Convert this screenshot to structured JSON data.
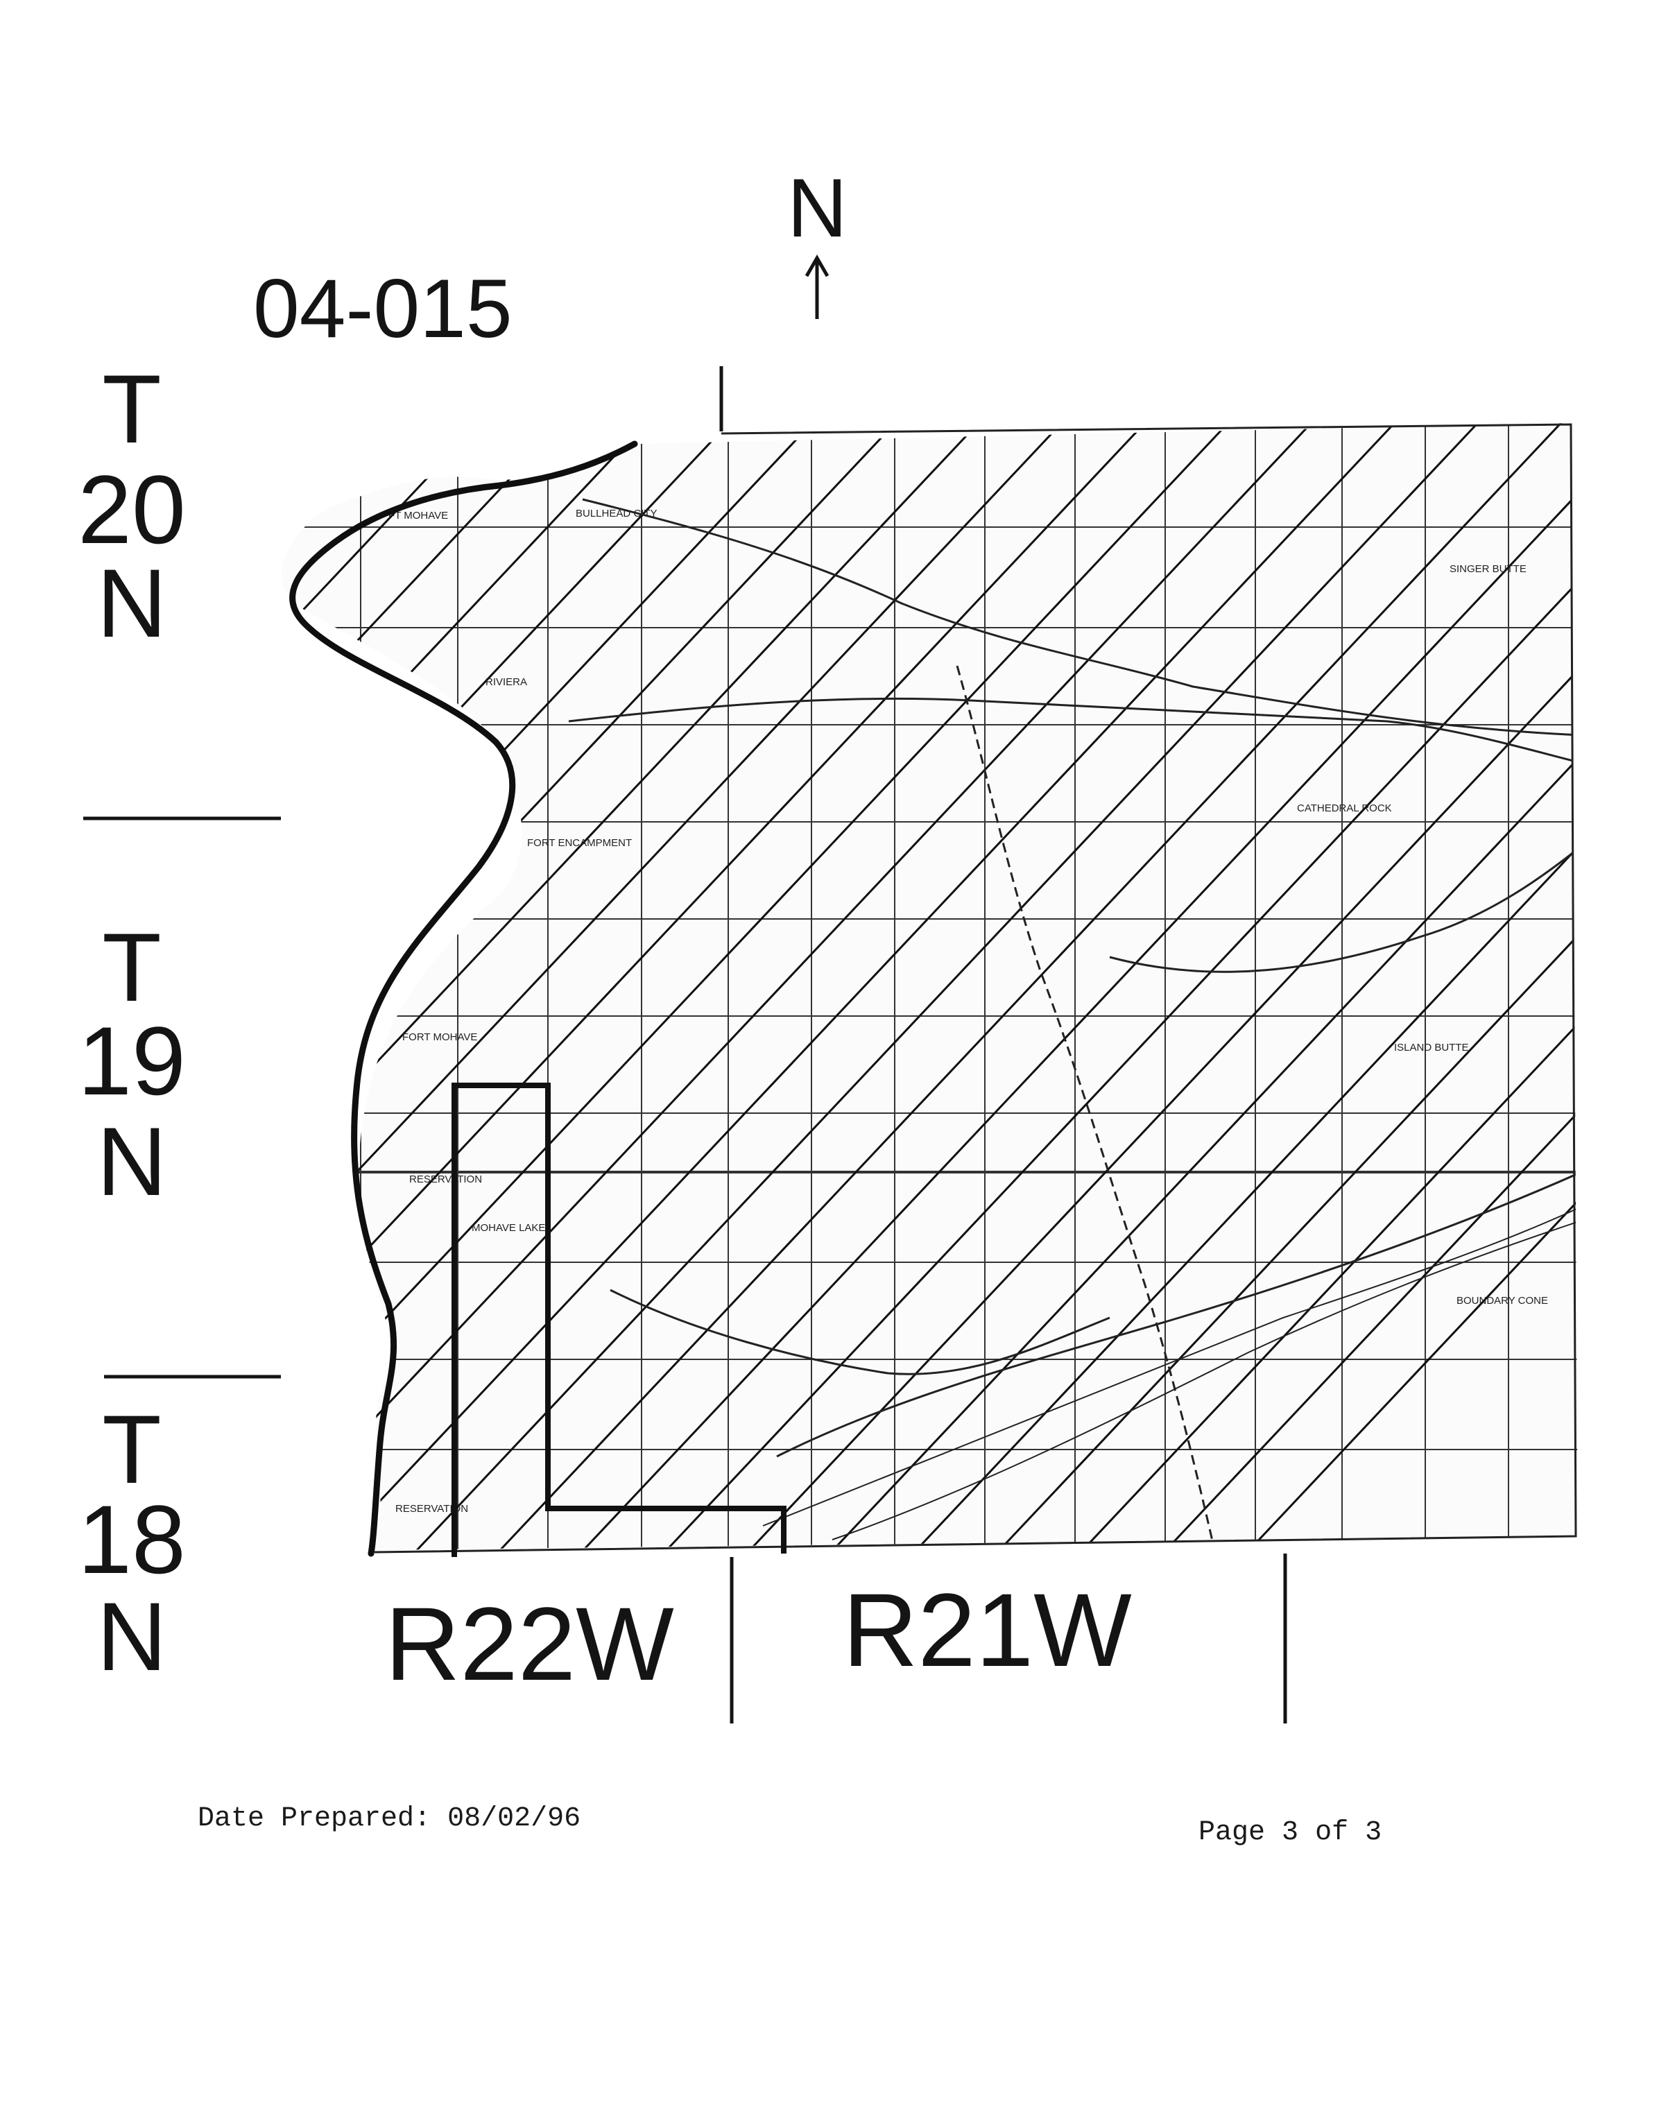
{
  "map_id": "04-015",
  "north_arrow": {
    "letter": "N"
  },
  "townships": [
    {
      "t": "T",
      "num": "20",
      "n": "N"
    },
    {
      "t": "T",
      "num": "19",
      "n": "N"
    },
    {
      "t": "T",
      "num": "18",
      "n": "N"
    }
  ],
  "ranges": [
    "R22W",
    "R21W"
  ],
  "footer": {
    "date_label": "Date Prepared:",
    "date_value": "08/02/96",
    "page_prefix": "Page",
    "page_current": "3",
    "page_of": "of",
    "page_total": "3"
  },
  "colors": {
    "ink": "#141414",
    "paper": "#ffffff"
  }
}
